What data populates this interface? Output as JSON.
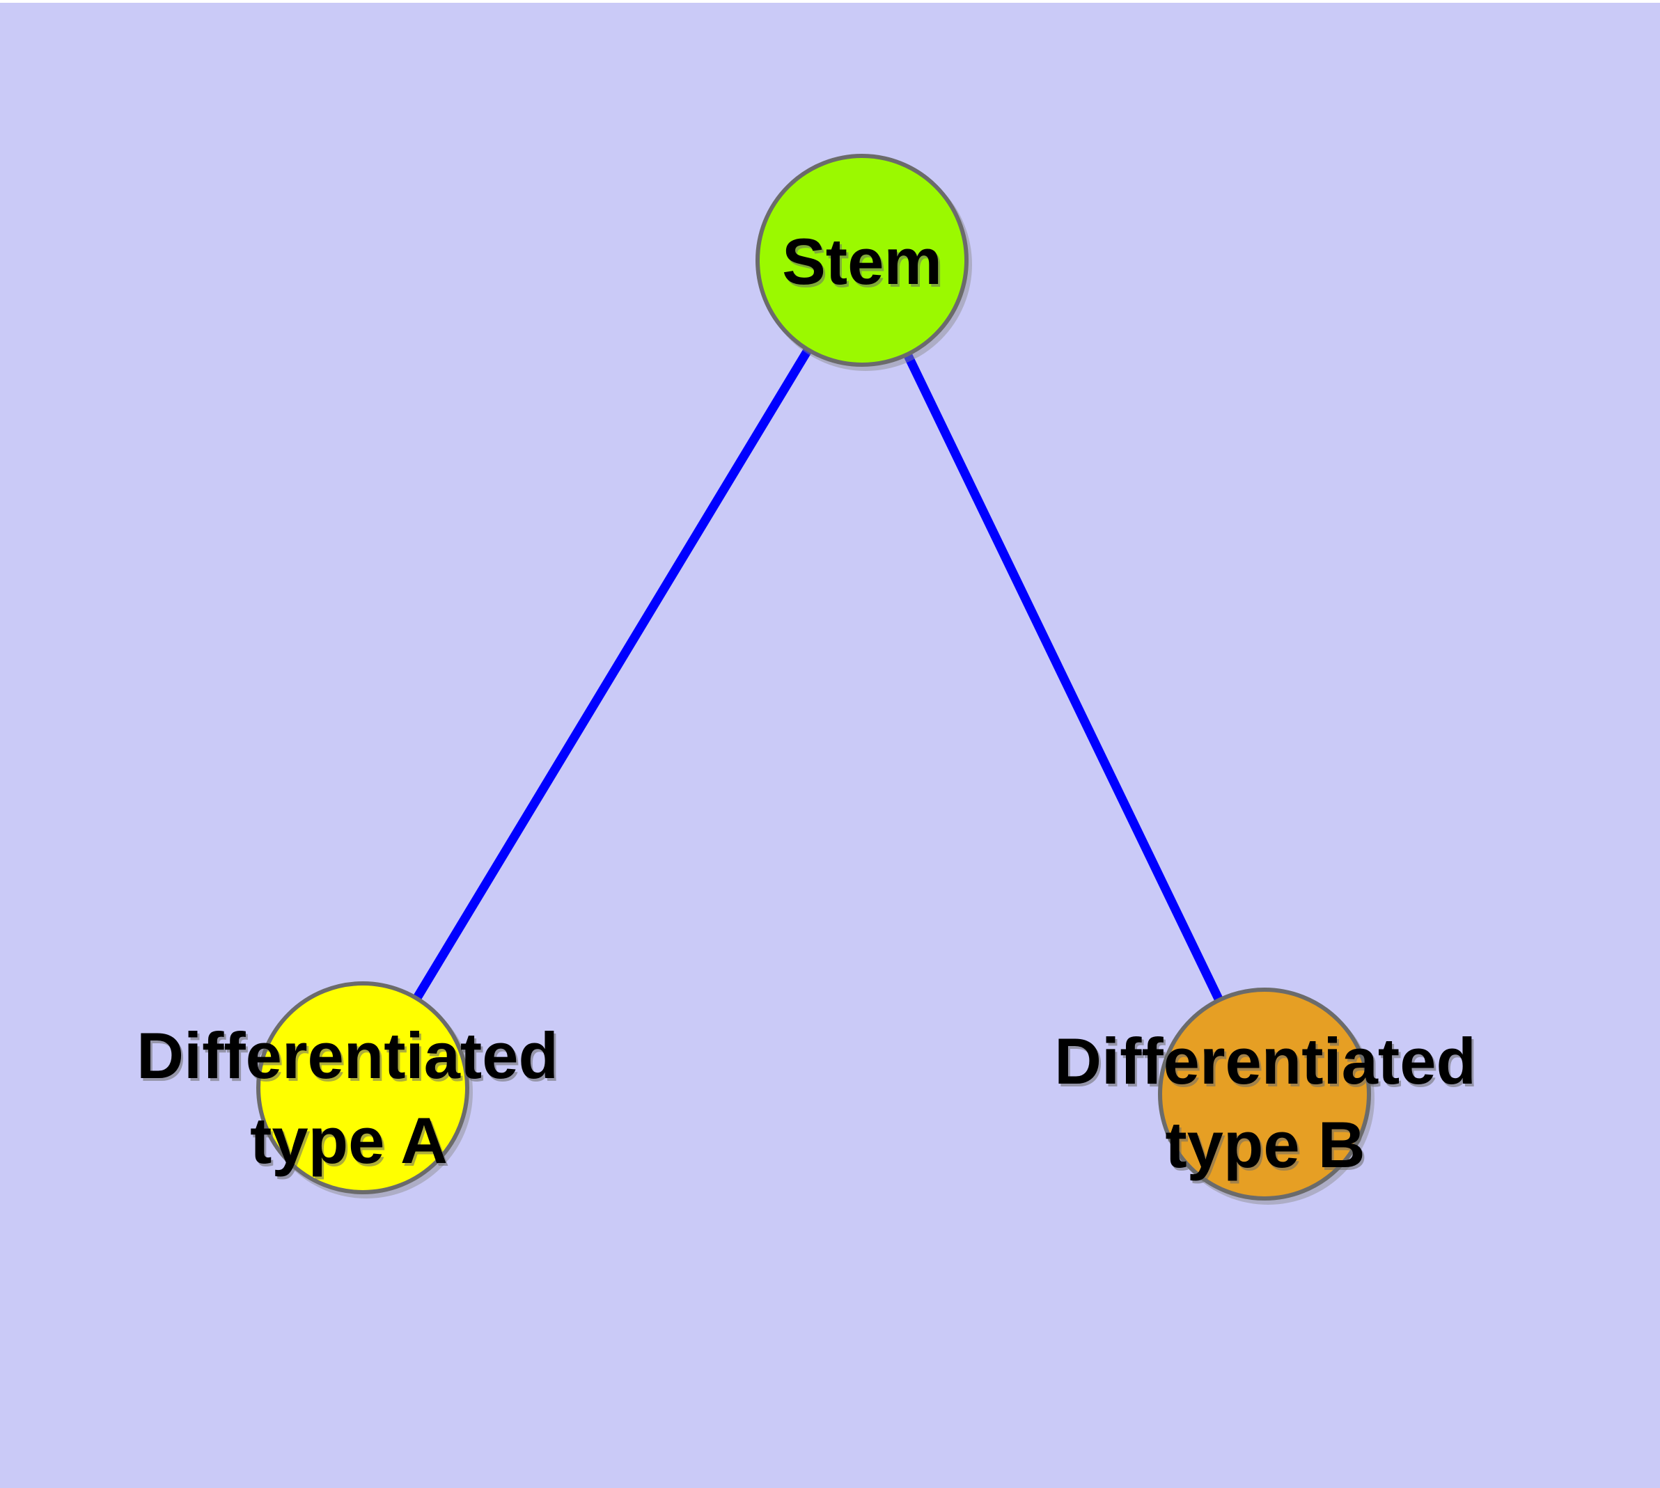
{
  "diagram": {
    "background_color": "#cacaf7",
    "top_strip_color": "#ffffff",
    "edge_color": "#0000ff",
    "node_border_color": "#6b6b6b",
    "label_color": "#000000",
    "nodes": [
      {
        "id": "stem",
        "label": "Stem",
        "color": "#9bf900"
      },
      {
        "id": "type-a",
        "label_line1": "Differentiated",
        "label_line2": "type A",
        "color": "#ffff00"
      },
      {
        "id": "type-b",
        "label_line1": "Differentiated",
        "label_line2": "type B",
        "color": "#e69f24"
      }
    ],
    "edges": [
      {
        "from": "Stem",
        "to": "Differentiated type A"
      },
      {
        "from": "Stem",
        "to": "Differentiated type B"
      }
    ]
  }
}
